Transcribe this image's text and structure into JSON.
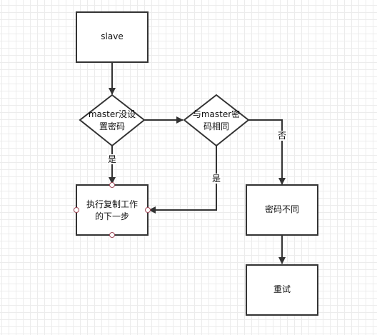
{
  "diagram": {
    "nodes": {
      "slave": {
        "text": "slave"
      },
      "master_no_password": {
        "line1": "master没设",
        "line2": "置密码"
      },
      "same_as_master": {
        "line1": "与master密",
        "line2": "码相同"
      },
      "next_step": {
        "line1": "执行复制工作",
        "line2": "的下一步"
      },
      "password_diff": {
        "text": "密码不同"
      },
      "retry": {
        "text": "重试"
      }
    },
    "edges": {
      "yes_1": "是",
      "yes_2": "是",
      "no": "否"
    }
  }
}
